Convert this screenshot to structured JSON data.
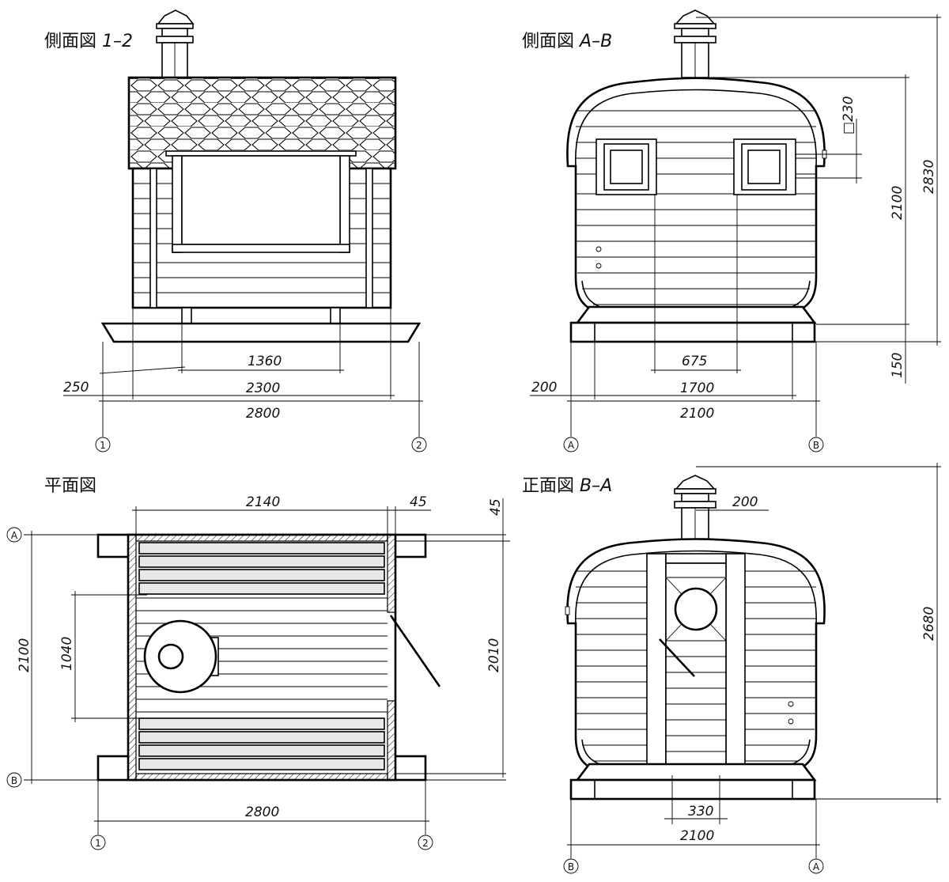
{
  "views": {
    "side12": {
      "title": "側面図",
      "code": "1–2"
    },
    "sideAB": {
      "title": "側面図",
      "code": "A–B"
    },
    "plan": {
      "title": "平面図",
      "code": ""
    },
    "front": {
      "title": "正面図",
      "code": "B–A"
    }
  },
  "axes": {
    "one": "1",
    "two": "2",
    "a": "A",
    "b": "B"
  },
  "dims": {
    "side12": {
      "d1360": "1360",
      "d250": "250",
      "d2300": "2300",
      "d2800": "2800"
    },
    "sideAB": {
      "d675": "675",
      "d200": "200",
      "d1700": "1700",
      "d2100": "2100",
      "d2830": "2830",
      "d2100v": "2100",
      "d150": "150",
      "win": "□230"
    },
    "plan": {
      "d2140": "2140",
      "d45a": "45",
      "d45b": "45",
      "d2100": "2100",
      "d1040": "1040",
      "d2010": "2010",
      "d2800": "2800"
    },
    "front": {
      "d200": "200",
      "d2680": "2680",
      "d330": "330",
      "d2100": "2100"
    }
  }
}
